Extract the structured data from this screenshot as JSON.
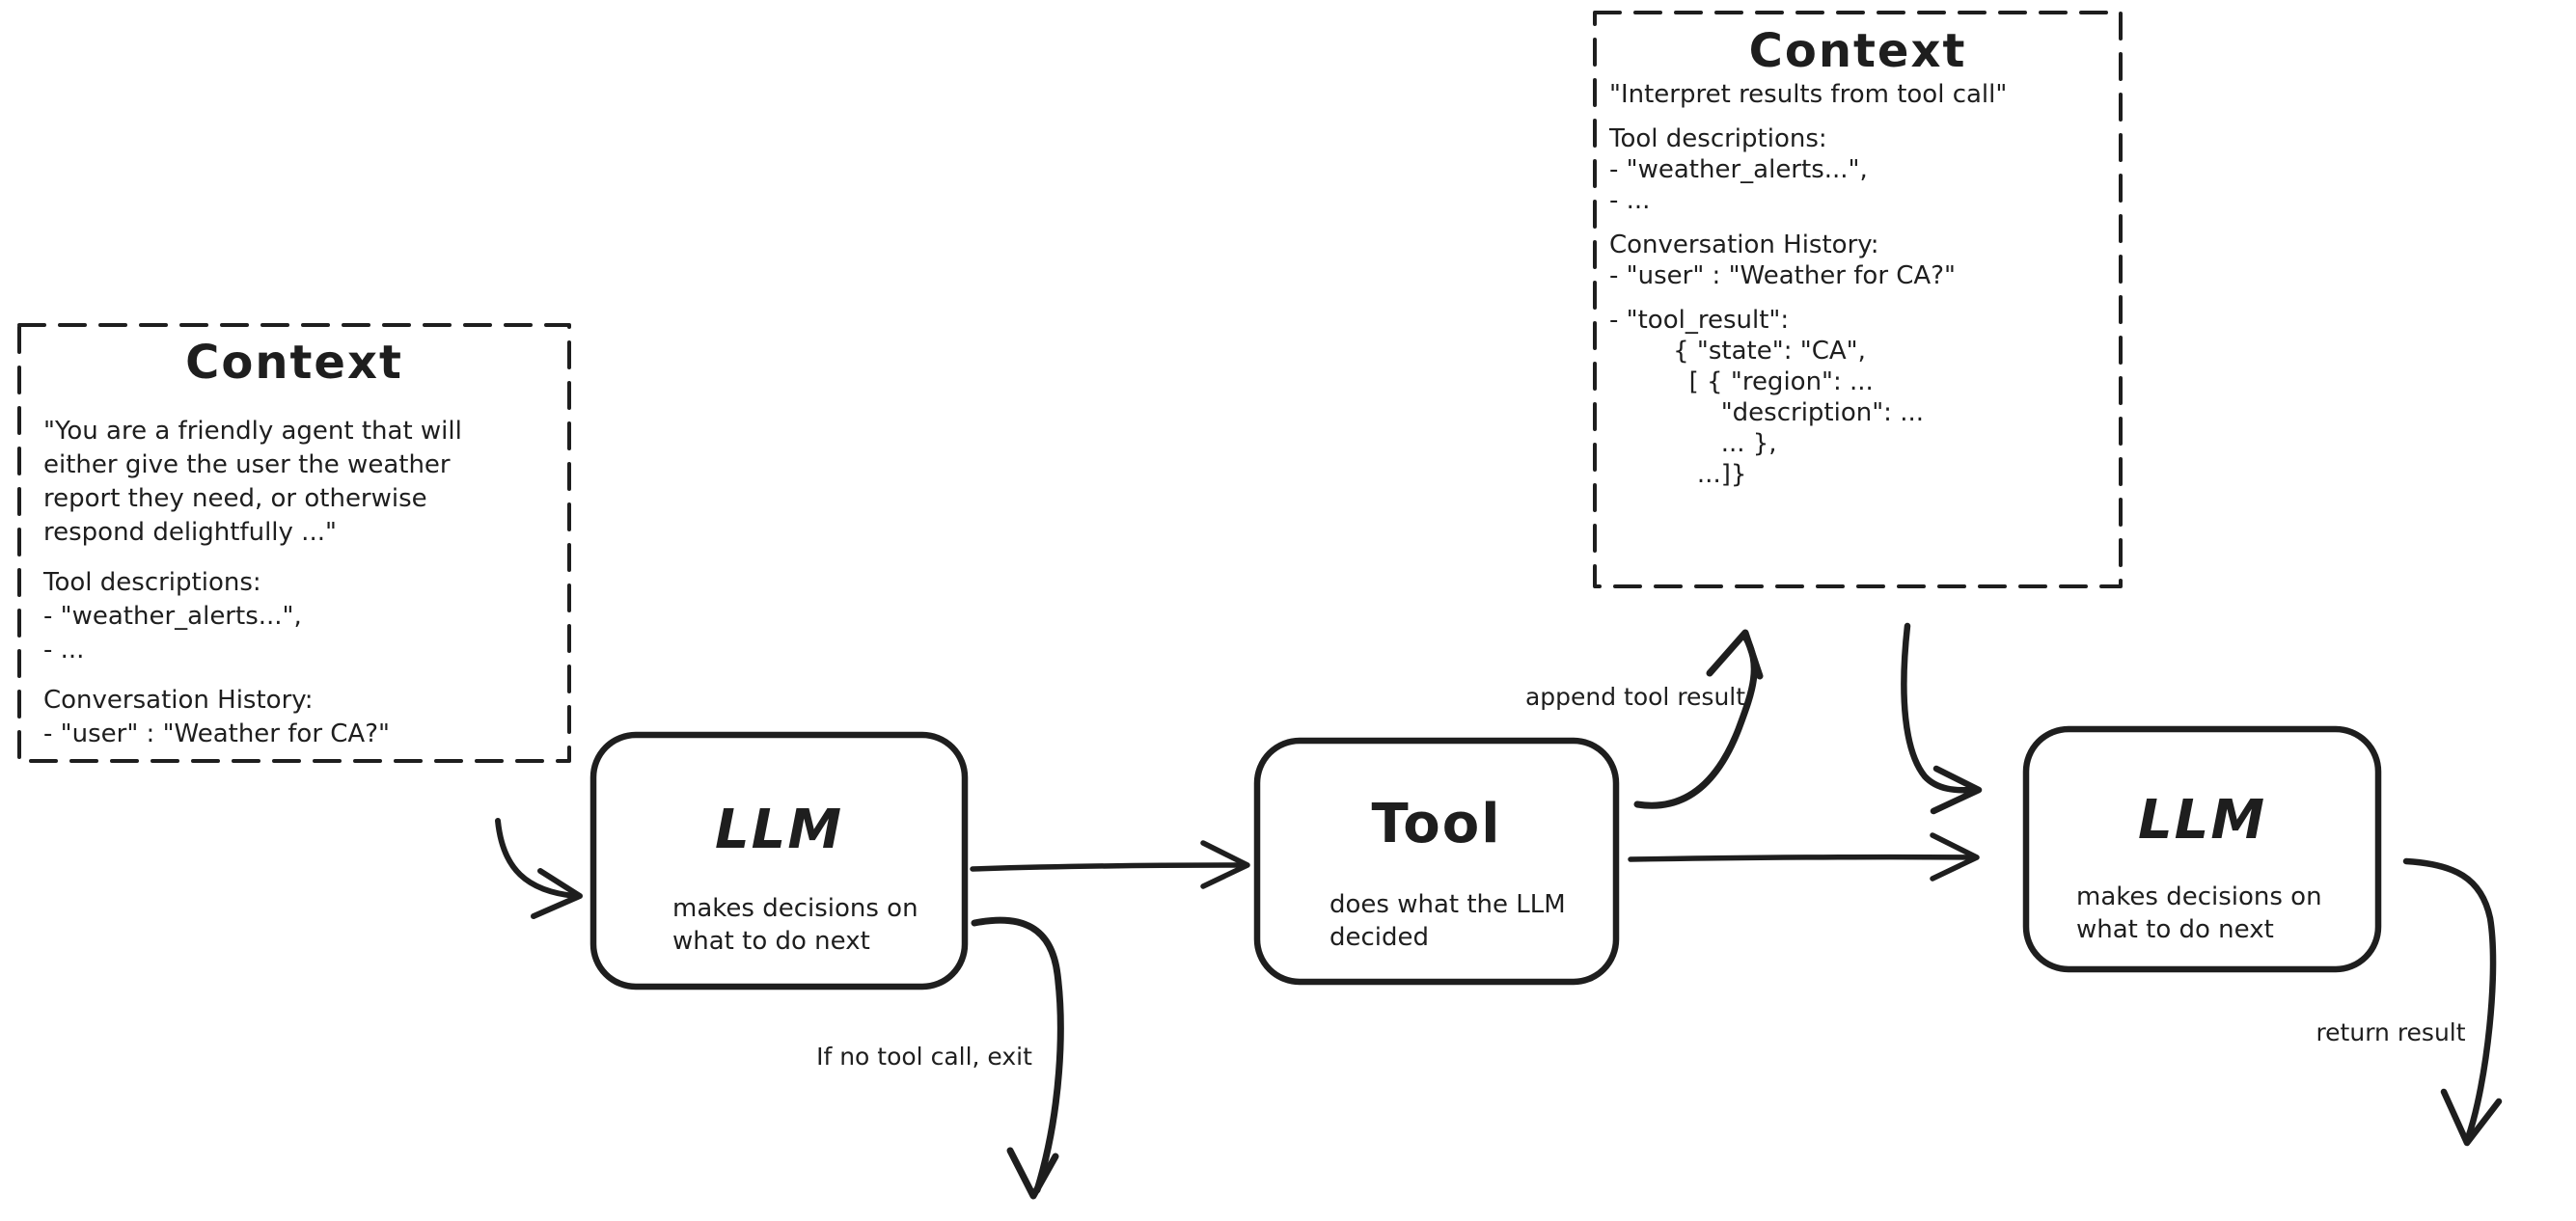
{
  "colors": {
    "ink": "#1e1e1e",
    "background": "#ffffff"
  },
  "context_left": {
    "title": "Context",
    "lines": [
      "\"You are a friendly agent that will",
      "either give the user the weather",
      "report they need, or otherwise",
      "respond delightfully ...\"",
      "",
      "Tool descriptions:",
      "- \"weather_alerts...\",",
      "- ...",
      "",
      "Conversation History:",
      "- \"user\" : \"Weather for CA?\""
    ]
  },
  "context_right": {
    "title": "Context",
    "lines": [
      "\"Interpret results from tool call\"",
      "",
      "Tool descriptions:",
      "- \"weather_alerts...\",",
      "- ...",
      "",
      "Conversation History:",
      "- \"user\" : \"Weather for CA?\"",
      "",
      "- \"tool_result\":",
      "        { \"state\": \"CA\",",
      "          [ { \"region\": ...",
      "              \"description\": ...",
      "              ... },",
      "           ...]}"
    ]
  },
  "nodes": {
    "llm_1": {
      "title": "LLM",
      "subtitle": "makes decisions on\nwhat to do next"
    },
    "tool": {
      "title": "Tool",
      "subtitle": "does what the LLM\ndecided"
    },
    "llm_2": {
      "title": "LLM",
      "subtitle": "makes decisions on\nwhat to do next"
    }
  },
  "edge_labels": {
    "append_tool_result": "append tool result",
    "no_tool_call_exit": "If no tool call, exit",
    "return_result": "return result"
  }
}
